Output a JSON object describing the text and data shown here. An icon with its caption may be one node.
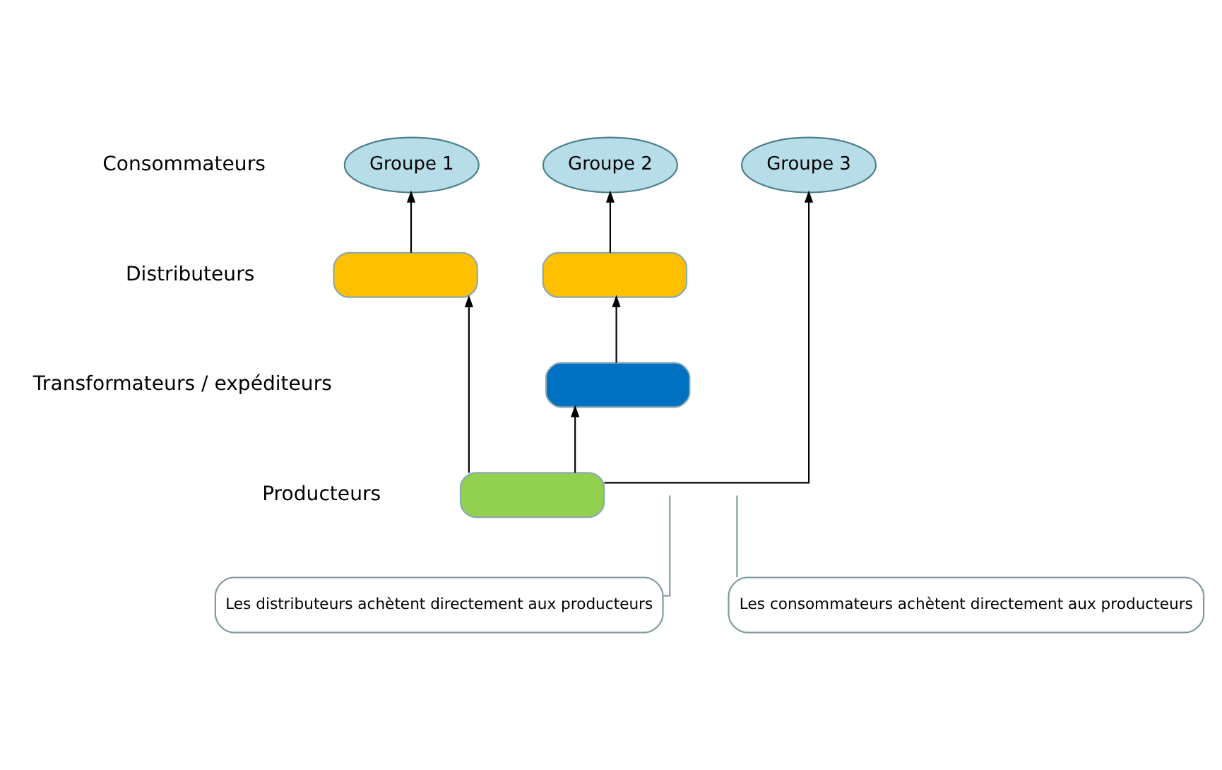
{
  "diagram": {
    "nodes": [
      {
        "text": [
          "Groupe 1"
        ]
      },
      {
        "text": [
          "Groupe 2"
        ]
      },
      {
        "text": [
          "Groupe 3"
        ]
      },
      {
        "text": [],
        "shape": "box"
      },
      {
        "text": [],
        "shape": "box"
      },
      {
        "text": [],
        "shape": "box"
      },
      {
        "text": [],
        "shape": "box"
      },
      {
        "text": [
          "Les distributeurs achètent directement aux producteurs"
        ]
      },
      {
        "text": [
          "Les consommateurs achètent directement aux producteurs"
        ]
      }
    ],
    "edges": [
      {
        "from": 3,
        "to": 0,
        "arrow": "to"
      },
      {
        "from": 4,
        "to": 1,
        "arrow": "to"
      },
      {
        "from": 6,
        "to": 2,
        "arrow": "to"
      },
      {
        "from": 6,
        "to": 3,
        "arrow": "to"
      },
      {
        "from": 5,
        "to": 4,
        "arrow": "to"
      },
      {
        "from": 6,
        "to": 5,
        "arrow": "to"
      },
      {
        "from": 7,
        "to": null,
        "arrow": "none",
        "color": "#7f9aa0"
      },
      {
        "from": 8,
        "to": null,
        "arrow": "none",
        "color": "#7f9aa0"
      }
    ],
    "labels": [
      "Consommateurs",
      "Distributeurs",
      "Transformateurs / expéditeurs",
      "Producteurs"
    ]
  }
}
